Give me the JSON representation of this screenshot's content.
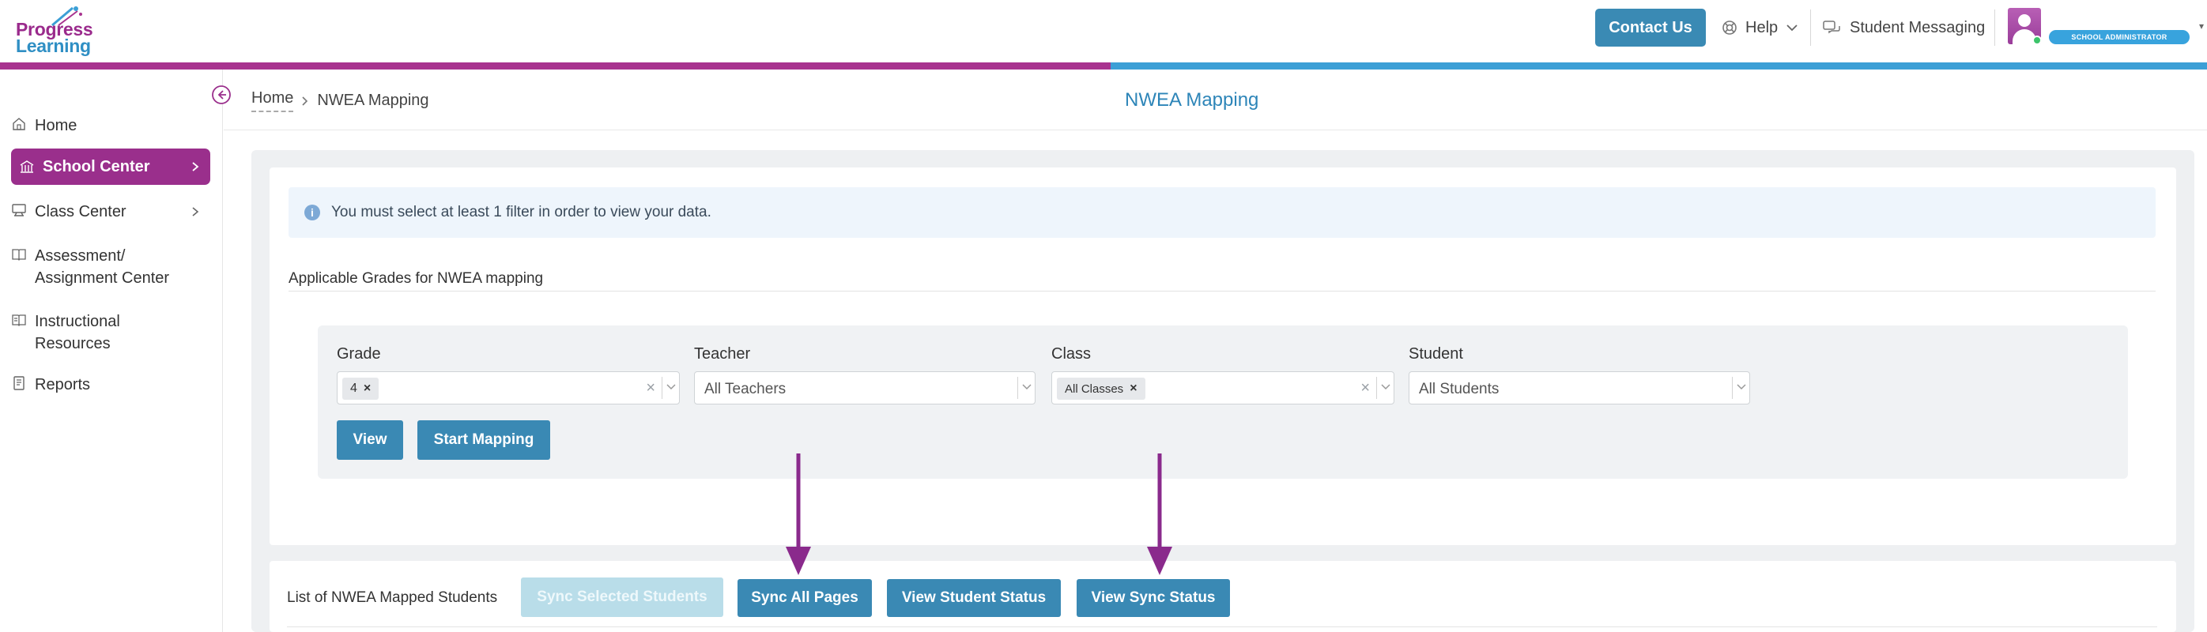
{
  "brand": {
    "logo_line1": "Progress",
    "logo_line2": "Learning",
    "colors": {
      "magenta": "#a8338f",
      "blue": "#3c9fd6",
      "button": "#3a89b4",
      "annotation_arrow": "#8a2a8c"
    }
  },
  "header": {
    "contact_label": "Contact Us",
    "help_label": "Help",
    "messaging_label": "Student Messaging",
    "role_badge": "SCHOOL ADMINISTRATOR"
  },
  "sidebar": {
    "items": [
      {
        "label": "Home",
        "icon": "home-icon"
      },
      {
        "label": "School Center",
        "icon": "school-icon",
        "active": true
      },
      {
        "label": "Class Center",
        "icon": "class-icon"
      },
      {
        "label_line1": "Assessment/",
        "label_line2": "Assignment Center",
        "icon": "book-icon"
      },
      {
        "label_line1": "Instructional",
        "label_line2": "Resources",
        "icon": "resources-icon"
      },
      {
        "label": "Reports",
        "icon": "report-icon"
      }
    ]
  },
  "breadcrumb": {
    "home": "Home",
    "current": "NWEA Mapping"
  },
  "page": {
    "title": "NWEA Mapping",
    "alert": "You must select at least 1 filter in order to view your data.",
    "grades_label": "Applicable Grades for NWEA mapping"
  },
  "filters": {
    "grade": {
      "label": "Grade",
      "chip": "4"
    },
    "teacher": {
      "label": "Teacher",
      "placeholder": "All Teachers"
    },
    "class": {
      "label": "Class",
      "chip": "All Classes"
    },
    "student": {
      "label": "Student",
      "placeholder": "All Students"
    },
    "view_label": "View",
    "start_mapping_label": "Start Mapping"
  },
  "mapped": {
    "list_label": "List of NWEA Mapped Students",
    "sync_selected_label": "Sync Selected Students",
    "sync_all_label": "Sync All Pages",
    "view_student_status_label": "View Student Status",
    "view_sync_status_label": "View Sync Status"
  }
}
